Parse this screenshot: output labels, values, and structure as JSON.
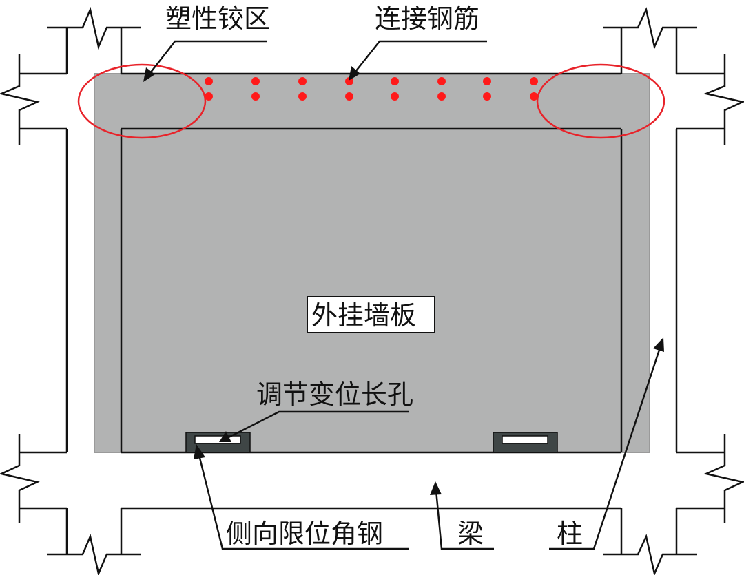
{
  "labels": {
    "plastic_hinge_zone": "塑性铰区",
    "connecting_rebar": "连接钢筋",
    "cladding_panel": "外挂墙板",
    "adjustable_slot": "调节变位长孔",
    "lateral_restraint_angle": "侧向限位角钢",
    "beam": "梁",
    "column": "柱"
  },
  "colors": {
    "panel_fill": "#b2b3b3",
    "panel_edge": "#9a9a9a",
    "rebar_dot": "#ff1a1a",
    "hinge_ellipse": "#e8232a",
    "angle_steel": "#3f4646",
    "line": "#111111",
    "background": "#ffffff"
  }
}
